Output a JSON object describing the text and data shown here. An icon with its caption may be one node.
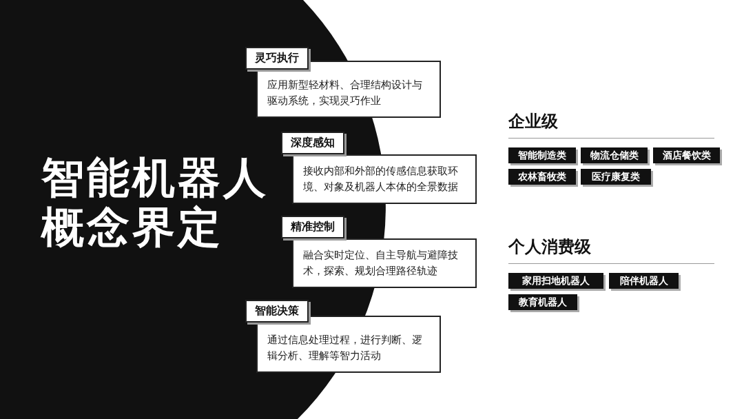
{
  "diagram": {
    "title": "智能机器人概念界定",
    "nodes": [
      {
        "text": [
          "灵巧执行"
        ]
      },
      {
        "text": [
          "应用新型轻材料、合理结构设计与驱动系统，实现灵巧作业"
        ]
      },
      {
        "text": [
          "深度感知"
        ]
      },
      {
        "text": [
          "接收内部和外部的传感信息获取环境、对象及机器人本体的全景数据"
        ]
      },
      {
        "text": [
          "精准控制"
        ]
      },
      {
        "text": [
          "融合实时定位、自主导航与避障技术，探索、规划合理路径轨迹"
        ]
      },
      {
        "text": [
          "智能决策"
        ]
      },
      {
        "text": [
          "通过信息处理过程，进行判断、逻辑分析、理解等智力活动"
        ]
      },
      {
        "text": [
          "智能制造类"
        ]
      },
      {
        "text": [
          "物流仓储类"
        ]
      },
      {
        "text": [
          "酒店餐饮类"
        ]
      },
      {
        "text": [
          "农林畜牧类"
        ]
      },
      {
        "text": [
          "医疗康复类"
        ]
      },
      {
        "text": [
          "家用扫地机器人"
        ]
      },
      {
        "text": [
          "陪伴机器人"
        ]
      },
      {
        "text": [
          "教育机器人"
        ]
      }
    ],
    "labels": [
      "企业级",
      "个人消费级"
    ]
  }
}
